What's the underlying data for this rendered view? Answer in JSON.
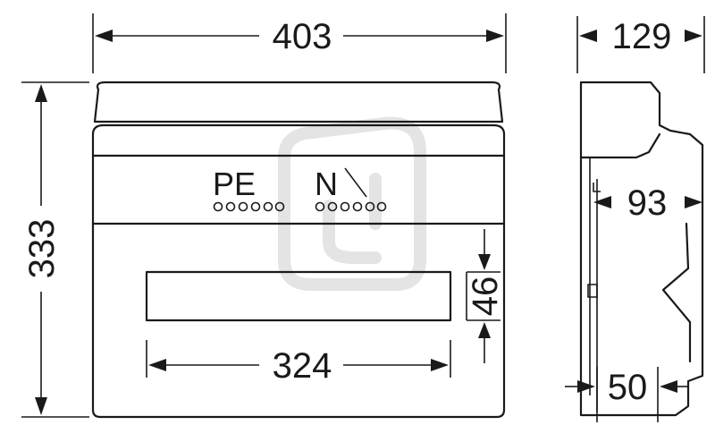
{
  "front_view": {
    "width_dim": "403",
    "height_dim": "333",
    "label_pe": "PE",
    "label_n": "N",
    "window_width_dim": "324",
    "window_height_dim": "46"
  },
  "side_view": {
    "depth_dim": "129",
    "rail_depth_dim": "93",
    "base_dim": "50"
  }
}
